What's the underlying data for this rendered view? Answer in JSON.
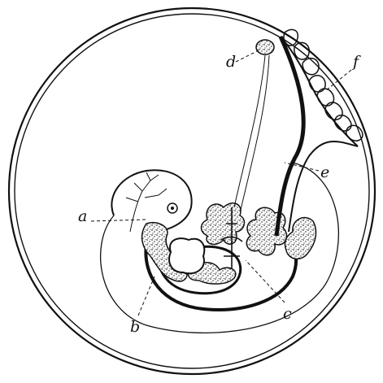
{
  "labels": {
    "a": "a",
    "b": "b",
    "c": "c",
    "d": "d",
    "e": "e",
    "f": "f"
  },
  "colors": {
    "ink": "#111111",
    "paper": "#ffffff"
  }
}
